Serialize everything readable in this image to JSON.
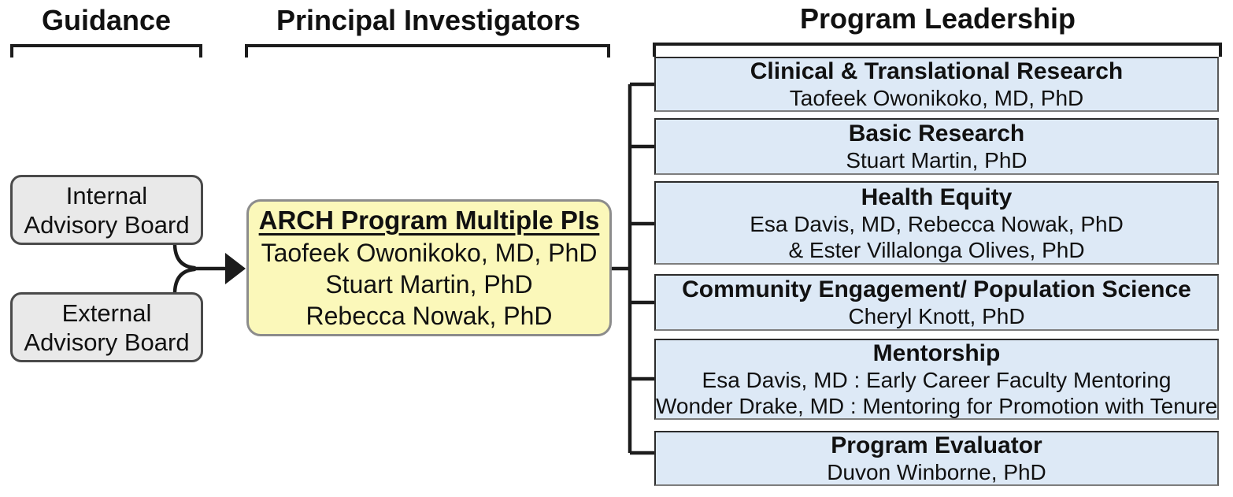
{
  "columns": {
    "guidance": {
      "title": "Guidance"
    },
    "principal_investigators": {
      "title": "Principal Investigators"
    },
    "program_leadership": {
      "title": "Program Leadership"
    }
  },
  "advisory_boards": [
    {
      "lines": [
        "Internal",
        "Advisory Board"
      ]
    },
    {
      "lines": [
        "External",
        "Advisory Board"
      ]
    }
  ],
  "pi_box": {
    "heading": "ARCH Program Multiple PIs",
    "members": [
      "Taofeek Owonikoko, MD, PhD",
      "Stuart Martin, PhD",
      "Rebecca Nowak, PhD"
    ]
  },
  "leadership_boxes": [
    {
      "title": "Clinical & Translational Research",
      "lines": [
        "Taofeek Owonikoko, MD, PhD"
      ]
    },
    {
      "title": "Basic Research",
      "lines": [
        "Stuart Martin, PhD"
      ]
    },
    {
      "title": "Health Equity",
      "lines": [
        "Esa Davis, MD, Rebecca Nowak, PhD",
        "& Ester Villalonga Olives, PhD"
      ]
    },
    {
      "title": "Community Engagement/ Population Science",
      "lines": [
        "Cheryl Knott, PhD"
      ]
    },
    {
      "title": "Mentorship",
      "lines": [
        "Esa Davis, MD : Early Career Faculty Mentoring",
        "Wonder Drake, MD : Mentoring for Promotion with Tenure"
      ]
    },
    {
      "title": "Program Evaluator",
      "lines": [
        "Duvon Winborne, PhD"
      ]
    }
  ],
  "colors": {
    "leadership_box_fill": "#dde9f6",
    "pi_box_fill": "#fbf8ba",
    "advisory_box_fill": "#e9e9e9",
    "connector_line": "#1c1c1c"
  }
}
